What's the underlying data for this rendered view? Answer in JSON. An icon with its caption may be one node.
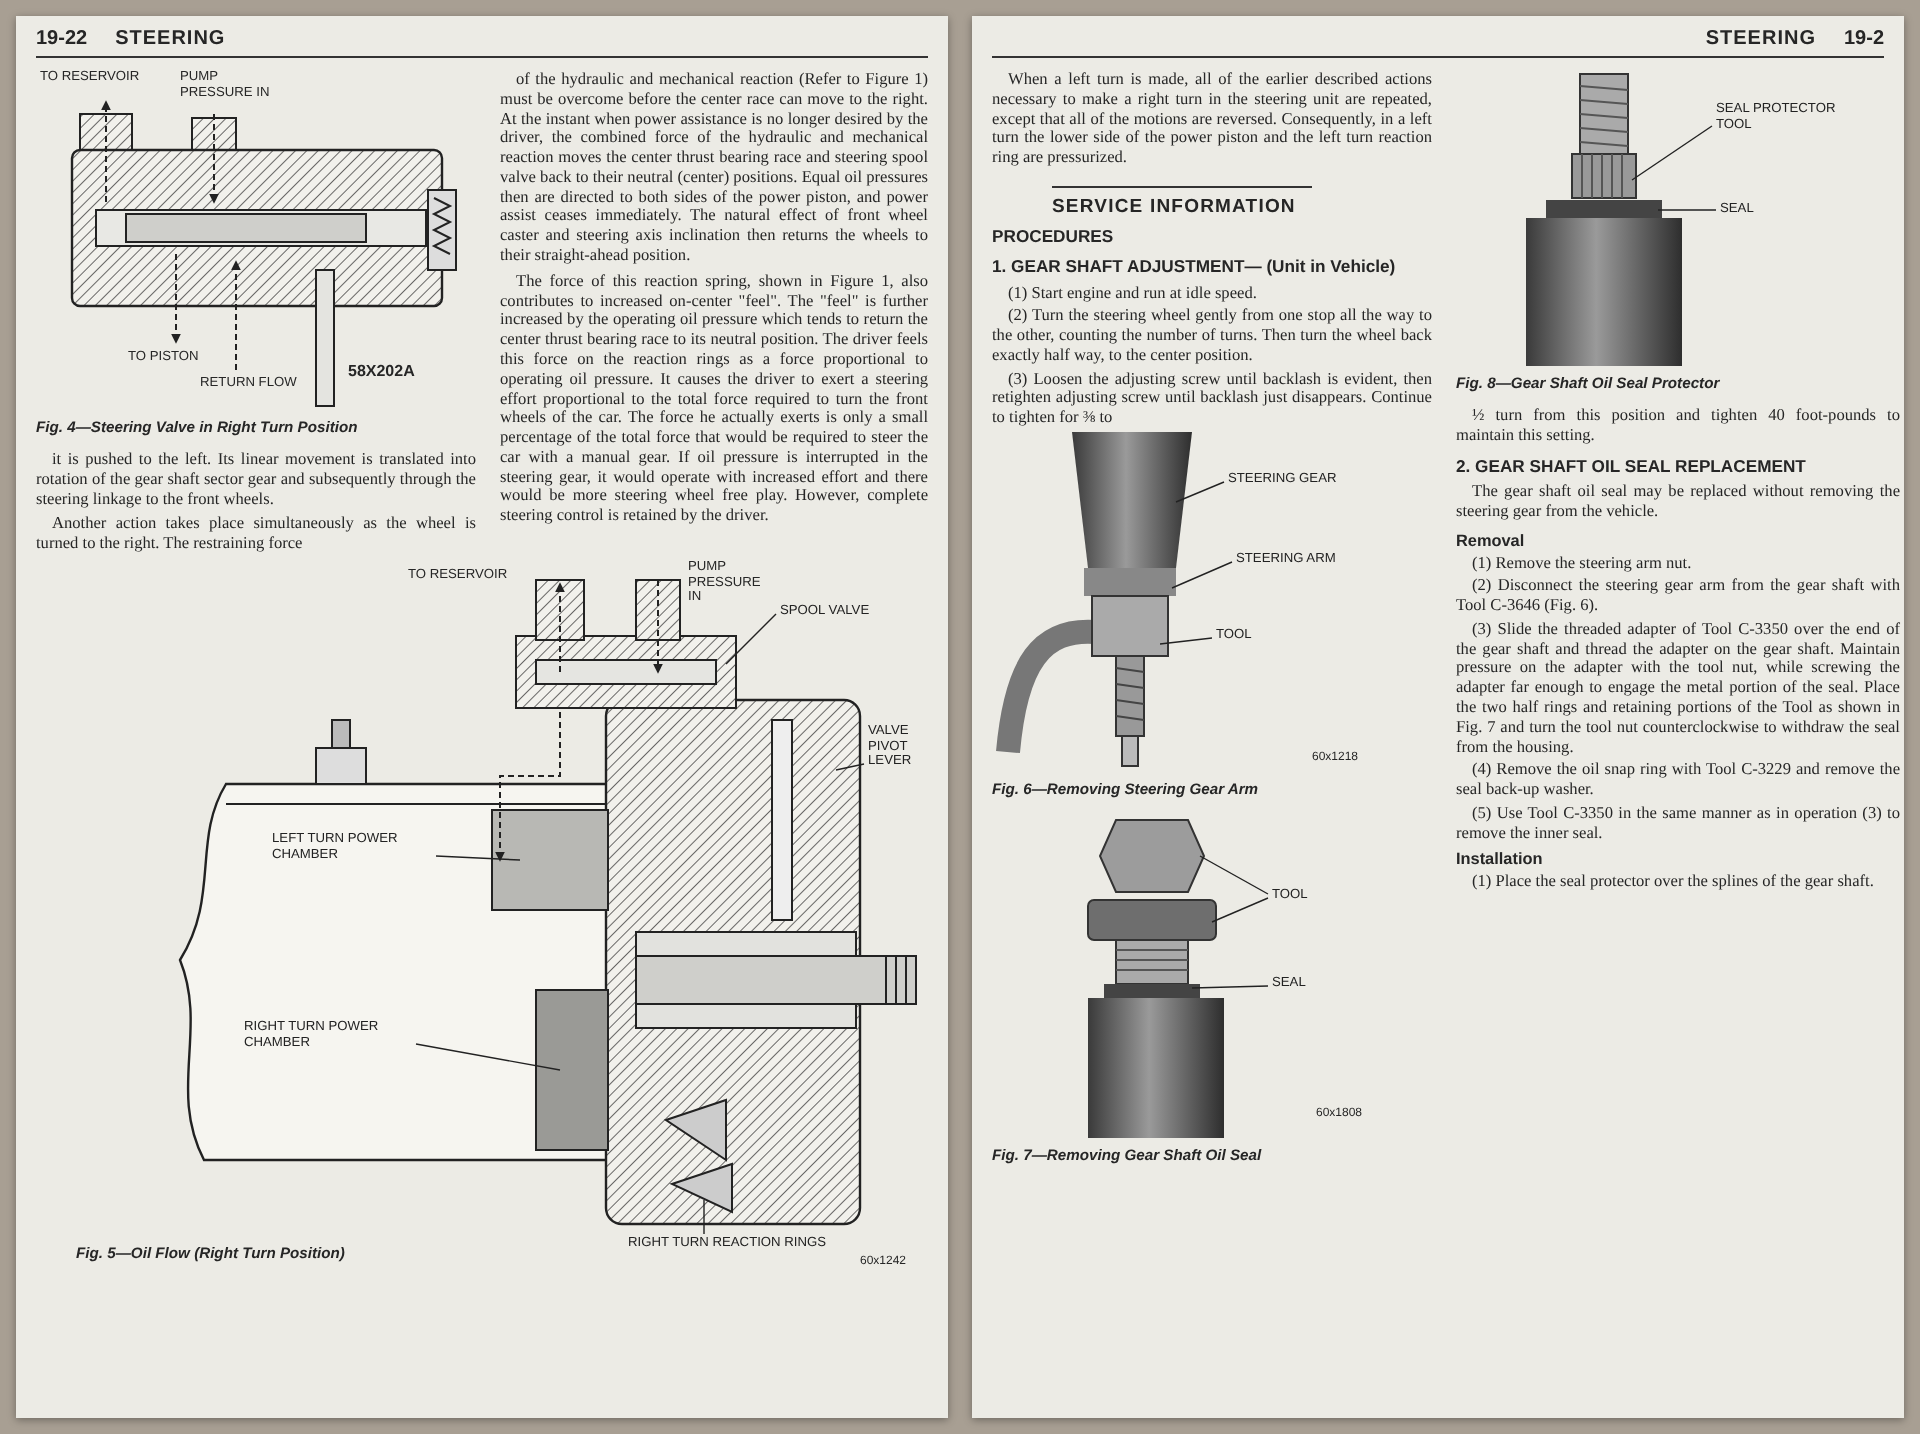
{
  "diagram": {
    "nodes": [
      {
        "text": [
          "SPOOL VALVE"
        ]
      },
      {
        "text": [
          "VALVE PIVOT LEVER"
        ]
      },
      {
        "text": [
          "LEFT TURN POWER CHAMBER"
        ]
      },
      {
        "text": [
          "RIGHT TURN POWER CHAMBER"
        ]
      },
      {
        "text": [
          "RIGHT TURN REACTION RINGS"
        ]
      },
      {
        "text": [
          "STEERING GEAR"
        ]
      },
      {
        "text": [
          "STEERING ARM"
        ]
      },
      {
        "text": [
          "TOOL"
        ]
      },
      {
        "text": [
          "TOOL"
        ]
      },
      {
        "text": [
          "SEAL"
        ]
      },
      {
        "text": [
          "SEAL"
        ]
      },
      {
        "text": [
          "SEAL PROTECTOR TOOL"
        ]
      }
    ],
    "edges": [
      {
        "from": 0,
        "to": null,
        "arrow": "none"
      },
      {
        "from": 1,
        "to": null,
        "arrow": "none"
      },
      {
        "from": 2,
        "to": null,
        "arrow": "none"
      },
      {
        "from": 3,
        "to": null,
        "arrow": "none"
      },
      {
        "from": 4,
        "to": null,
        "arrow": "none"
      },
      {
        "from": 5,
        "to": null,
        "arrow": "none"
      },
      {
        "from": 6,
        "to": null,
        "arrow": "none"
      },
      {
        "from": 7,
        "to": null,
        "arrow": "none"
      },
      {
        "from": 8,
        "to": null,
        "arrow": "none"
      },
      {
        "from": 8,
        "to": null,
        "arrow": "none"
      },
      {
        "from": 9,
        "to": null,
        "arrow": "none"
      },
      {
        "from": 10,
        "to": null,
        "arrow": "none"
      },
      {
        "from": 11,
        "to": null,
        "arrow": "none"
      }
    ],
    "labels": [
      "19-22",
      "STEERING",
      "TO RESERVOIR",
      "PUMP PRESSURE IN",
      "TO PISTON",
      "RETURN FLOW",
      "58X202A",
      "Fig. 4—Steering Valve in Right Turn Position",
      "it is pushed to the left. Its linear movement is translated into rotation of the gear shaft sector gear and subsequently through the steering linkage to the front wheels.",
      "Another action takes place simultaneously as the wheel is turned to the right. The restraining force",
      "of the hydraulic and mechanical reaction (Refer to Figure 1) must be overcome before the center race can move to the right. At the instant when power assistance is no longer desired by the driver, the combined force of the hydraulic and mechanical reaction moves the center thrust bearing race and steering spool valve back to their neutral (center) positions. Equal oil pressures then are directed to both sides of the power piston, and power assist ceases immediately. The natural effect of front wheel caster and steering axis inclination then returns the wheels to their straight-ahead position.",
      "The force of this reaction spring, shown in Figure 1, also contributes to increased on-center \"feel\". The \"feel\" is further increased by the operating oil pressure which tends to return the center thrust bearing race to its neutral position. The driver feels this force on the reaction rings as a force proportional to operating oil pressure. It causes the driver to exert a steering effort proportional to the total force required to turn the front wheels of the car. The force he actually exerts is only a small percentage of the total force that would be required to steer the car with a manual gear. If oil pressure is interrupted in the steering gear, it would operate with increased effort and there would be more steering wheel free play. However, complete steering control is retained by the driver.",
      "TO RESERVOIR",
      "PUMP PRESSURE IN",
      "60x1242",
      "Fig. 5—Oil Flow (Right Turn Position)",
      "STEERING",
      "19-2",
      "When a left turn is made, all of the earlier described actions necessary to make a right turn in the steering unit are repeated, except that all of the motions are reversed. Consequently, in a left turn the lower side of the power piston and the left turn reaction ring are pressurized.",
      "SERVICE INFORMATION",
      "PROCEDURES",
      "1. GEAR SHAFT ADJUSTMENT— (Unit in Vehicle)",
      "(1) Start engine and run at idle speed.",
      "(2) Turn the steering wheel gently from one stop all the way to the other, counting the number of turns. Then turn the wheel back exactly half way, to the center position.",
      "(3) Loosen the adjusting screw until backlash is evident, then retighten adjusting screw until backlash just disappears. Continue to tighten for ⅜ to",
      "60x1218",
      "Fig. 6—Removing Steering Gear Arm",
      "60x1808",
      "Fig. 7—Removing Gear Shaft Oil Seal",
      "Fig. 8—Gear Shaft Oil Seal Protector",
      "½ turn from this position and tighten 40 foot-pounds to maintain this setting.",
      "2. GEAR SHAFT OIL SEAL REPLACEMENT",
      "The gear shaft oil seal may be replaced without removing the steering gear from the vehicle.",
      "Removal",
      "(1) Remove the steering arm nut.",
      "(2) Disconnect the steering gear arm from the gear shaft with Tool C-3646 (Fig. 6).",
      "(3) Slide the threaded adapter of Tool C-3350 over the end of the gear shaft and thread the adapter on the gear shaft. Maintain pressure on the adapter with the tool nut, while screwing the adapter far enough to engage the metal portion of the seal. Place the two half rings and retaining portions of the Tool as shown in Fig. 7 and turn the tool nut counterclockwise to withdraw the seal from the housing.",
      "(4) Remove the oil snap ring with Tool C-3229 and remove the seal back-up washer.",
      "(5) Use Tool C-3350 in the same manner as in operation (3) to remove the inner seal.",
      "Installation",
      "(1) Place the seal protector over the splines of the gear shaft."
    ]
  }
}
